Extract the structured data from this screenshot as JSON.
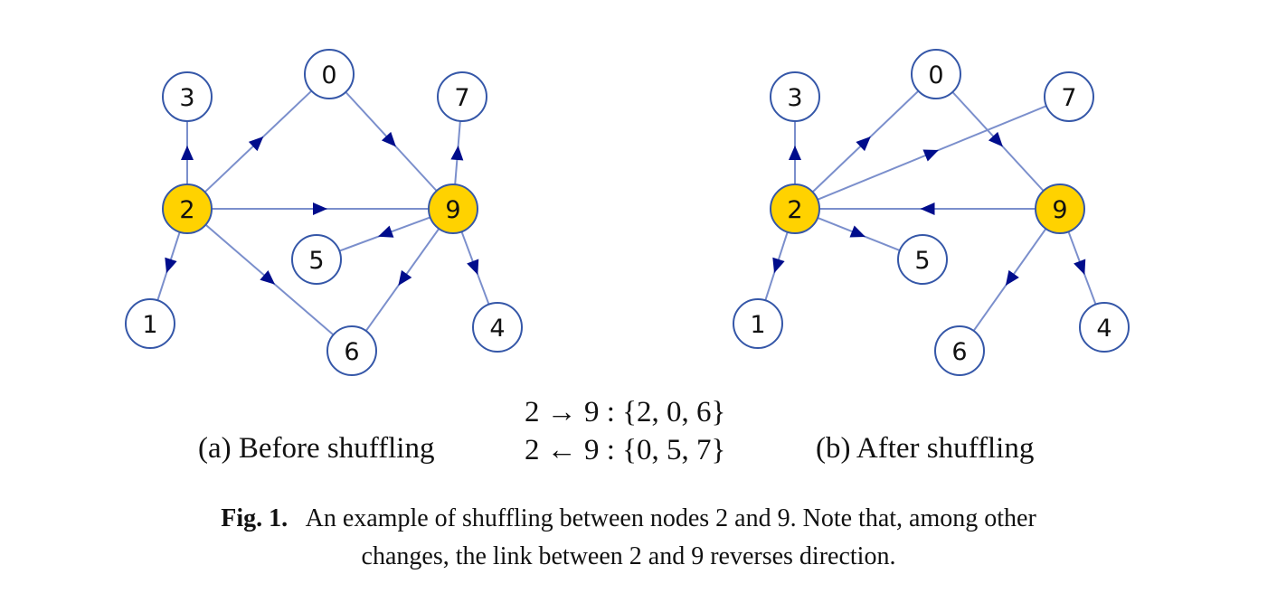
{
  "colors": {
    "edge": "#7b8fcc",
    "arrowhead": "#000d8c",
    "node_border": "#3557a8",
    "node_fill": "#ffffff",
    "highlight_fill": "#ffd200"
  },
  "graph_a": {
    "subcaption": "(a) Before shuffling",
    "nodes": [
      {
        "id": "0",
        "label": "0",
        "highlight": false
      },
      {
        "id": "1",
        "label": "1",
        "highlight": false
      },
      {
        "id": "2",
        "label": "2",
        "highlight": true
      },
      {
        "id": "3",
        "label": "3",
        "highlight": false
      },
      {
        "id": "4",
        "label": "4",
        "highlight": false
      },
      {
        "id": "5",
        "label": "5",
        "highlight": false
      },
      {
        "id": "6",
        "label": "6",
        "highlight": false
      },
      {
        "id": "7",
        "label": "7",
        "highlight": false
      },
      {
        "id": "9",
        "label": "9",
        "highlight": true
      }
    ],
    "edges": [
      {
        "from": "2",
        "to": "0"
      },
      {
        "from": "2",
        "to": "3"
      },
      {
        "from": "2",
        "to": "1"
      },
      {
        "from": "2",
        "to": "9"
      },
      {
        "from": "2",
        "to": "6"
      },
      {
        "from": "0",
        "to": "9"
      },
      {
        "from": "9",
        "to": "7"
      },
      {
        "from": "9",
        "to": "5"
      },
      {
        "from": "9",
        "to": "6"
      },
      {
        "from": "9",
        "to": "4"
      }
    ]
  },
  "graph_b": {
    "subcaption": "(b) After shuffling",
    "nodes": [
      {
        "id": "0",
        "label": "0",
        "highlight": false
      },
      {
        "id": "1",
        "label": "1",
        "highlight": false
      },
      {
        "id": "2",
        "label": "2",
        "highlight": true
      },
      {
        "id": "3",
        "label": "3",
        "highlight": false
      },
      {
        "id": "4",
        "label": "4",
        "highlight": false
      },
      {
        "id": "5",
        "label": "5",
        "highlight": false
      },
      {
        "id": "6",
        "label": "6",
        "highlight": false
      },
      {
        "id": "7",
        "label": "7",
        "highlight": false
      },
      {
        "id": "9",
        "label": "9",
        "highlight": true
      }
    ],
    "edges": [
      {
        "from": "2",
        "to": "0"
      },
      {
        "from": "2",
        "to": "3"
      },
      {
        "from": "2",
        "to": "1"
      },
      {
        "from": "2",
        "to": "7"
      },
      {
        "from": "2",
        "to": "5"
      },
      {
        "from": "9",
        "to": "2"
      },
      {
        "from": "0",
        "to": "9"
      },
      {
        "from": "9",
        "to": "6"
      },
      {
        "from": "9",
        "to": "4"
      }
    ]
  },
  "mapping": {
    "forward": "2 → 9 : {2, 0, 6}",
    "backward": "2 ← 9 : {0, 5, 7}"
  },
  "caption": {
    "label": "Fig. 1.",
    "text_line1": "An example of shuffling between nodes 2 and 9. Note that, among other",
    "text_line2": "changes, the link between 2 and 9 reverses direction."
  }
}
